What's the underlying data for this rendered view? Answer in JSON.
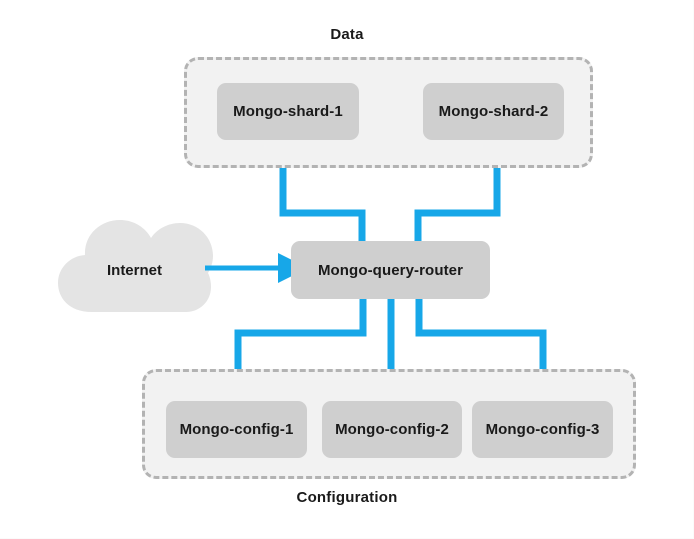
{
  "diagram": {
    "title_data": "Data",
    "title_configuration": "Configuration",
    "internet_label": "Internet",
    "router_label": "Mongo-query-router",
    "shards": [
      {
        "label": "Mongo-shard-1"
      },
      {
        "label": "Mongo-shard-2"
      }
    ],
    "configs": [
      {
        "label": "Mongo-config-1"
      },
      {
        "label": "Mongo-config-2"
      },
      {
        "label": "Mongo-config-3"
      }
    ],
    "colors": {
      "connector_blue": "#17a7e8",
      "node_fill": "#cfcfcf",
      "group_fill": "#f2f2f2",
      "group_border": "#b3b3b3",
      "cloud_fill": "#e4e4e4",
      "text": "#1a1a1a",
      "background": "#ffffff"
    },
    "icons": {
      "cloud": "cloud-icon",
      "arrow": "arrow-right-icon"
    }
  }
}
